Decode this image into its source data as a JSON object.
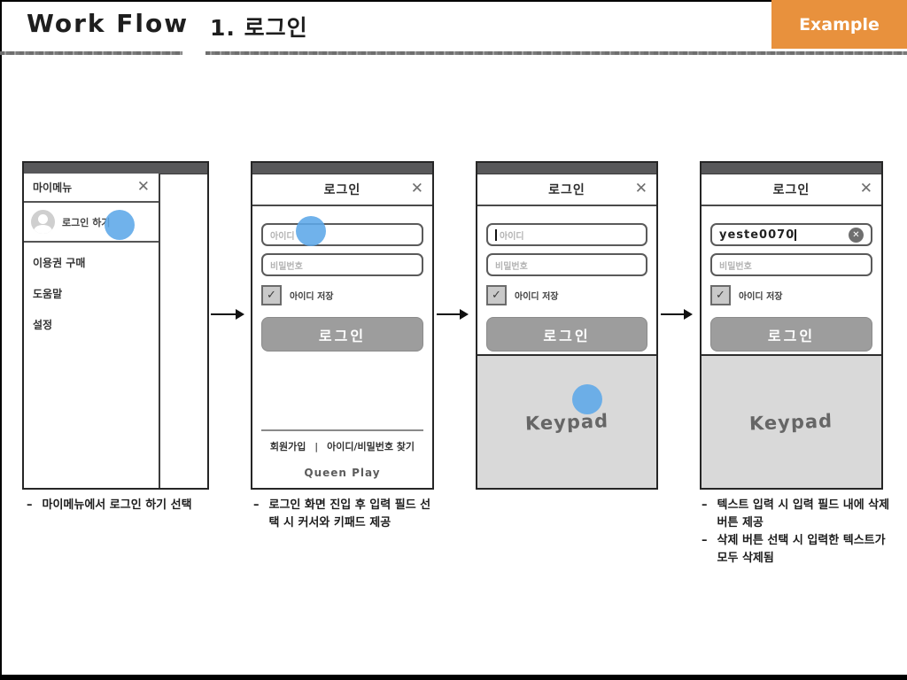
{
  "slide": {
    "title": "Work Flow",
    "subtitle": "1. 로그인"
  },
  "example_badge": {
    "label": "Example",
    "color": "#E8913D"
  },
  "colors": {
    "touch_indicator": "#5CA7E8",
    "phone_topbar": "#58585A",
    "login_button": "#9D9D9D",
    "keypad_bg": "#D9D9D9"
  },
  "icons": {
    "close": "✕",
    "check": "✓",
    "clear": "✕"
  },
  "frame1": {
    "header_title": "마이메뉴",
    "login_item": "로그인 하기",
    "menu_items": [
      "이용권 구매",
      "도움말",
      "설정"
    ]
  },
  "frame2": {
    "header_title": "로그인",
    "id_placeholder": "아이디",
    "pw_placeholder": "비밀번호",
    "remember_label": "아이디 저장",
    "login_button": "로그인",
    "footer": {
      "signup": "회원가입",
      "separator": "|",
      "find": "아이디/비밀번호 찾기"
    },
    "logo": "Queen Play"
  },
  "frame3": {
    "header_title": "로그인",
    "id_placeholder": "아이디",
    "pw_placeholder": "비밀번호",
    "remember_label": "아이디 저장",
    "login_button": "로그인",
    "keypad_label": "Keypad"
  },
  "frame4": {
    "header_title": "로그인",
    "id_value": "yeste0070",
    "pw_placeholder": "비밀번호",
    "remember_label": "아이디 저장",
    "login_button": "로그인",
    "keypad_label": "Keypad"
  },
  "captions": {
    "bullet": "–",
    "frame1": [
      "마이메뉴에서 로그인 하기 선택"
    ],
    "frame2": [
      "로그인 화면 진입 후 입력 필드 선택 시 커서와 키패드 제공"
    ],
    "frame4": [
      "텍스트 입력 시 입력 필드 내에 삭제 버튼 제공",
      "삭제 버튼 선택 시 입력한 텍스트가 모두 삭제됨"
    ]
  }
}
